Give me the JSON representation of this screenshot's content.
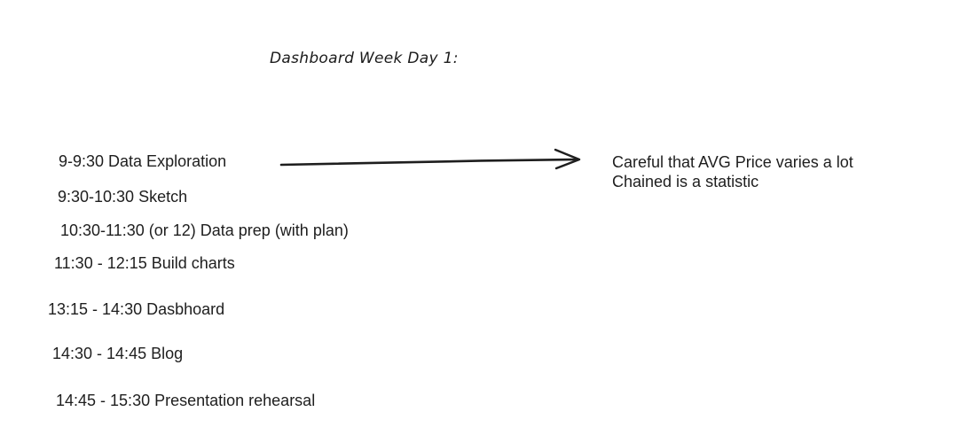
{
  "title": "Dashboard Week Day 1:",
  "schedule": [
    "9-9:30 Data Exploration",
    "9:30-10:30 Sketch",
    "10:30-11:30 (or 12) Data prep (with plan)",
    "11:30 - 12:15  Build charts",
    "13:15 - 14:30 Dasbhoard",
    "14:30 - 14:45 Blog",
    "14:45 - 15:30 Presentation rehearsal"
  ],
  "note": {
    "line1": "Careful that AVG Price varies a lot",
    "line2": "Chained is a statistic"
  },
  "colors": {
    "ink": "#1e1e1e",
    "background": "#ffffff"
  },
  "icons": [
    "arrow-right-icon"
  ]
}
